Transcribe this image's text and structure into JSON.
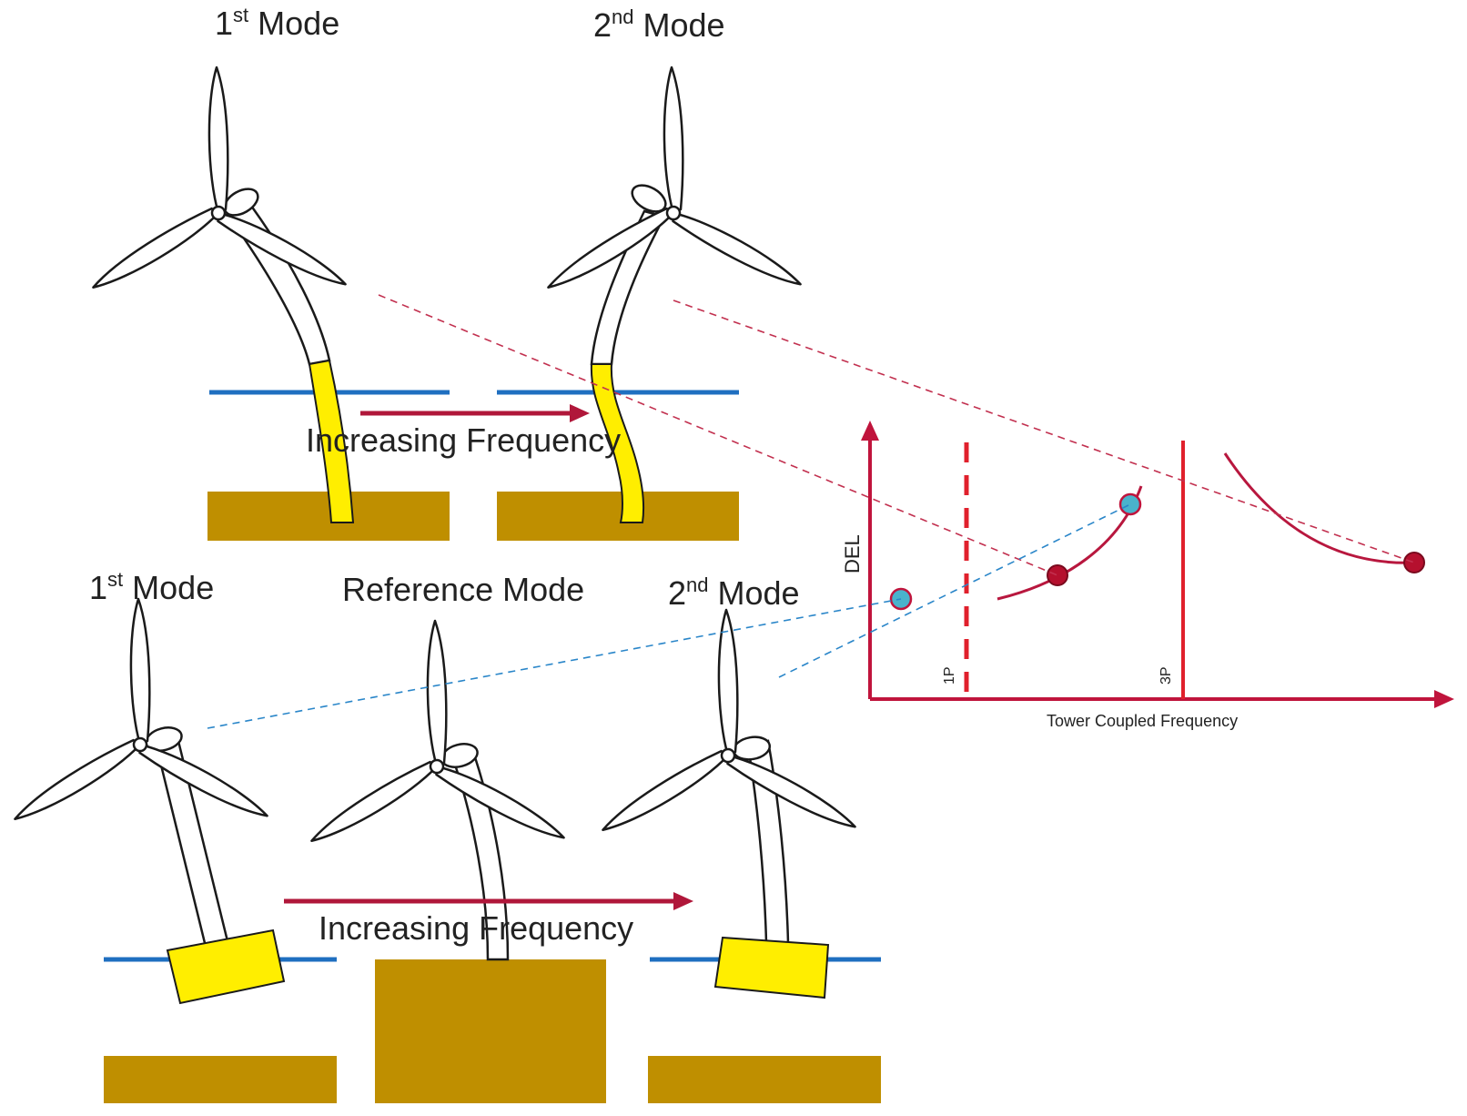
{
  "top_row": {
    "mode1": {
      "base": "1",
      "sup": "st",
      "text": " Mode"
    },
    "mode2": {
      "base": "2",
      "sup": "nd",
      "text": " Mode"
    },
    "arrow_label": "Increasing Frequency"
  },
  "bottom_row": {
    "mode1": {
      "base": "1",
      "sup": "st",
      "text": " Mode"
    },
    "reference": "Reference Mode",
    "mode2": {
      "base": "2",
      "sup": "nd",
      "text": " Mode"
    },
    "arrow_label": "Increasing Frequency"
  },
  "chart": {
    "ylabel": "DEL",
    "xlabel": "Tower Coupled Frequency",
    "line_1p": "1P",
    "line_3p": "3P"
  },
  "colors": {
    "foundation": "#ffee00",
    "seabed": "#bf8f00",
    "water": "#1f6fc0",
    "accent": "#c0143c",
    "blue_point": "#4ab3cc"
  }
}
